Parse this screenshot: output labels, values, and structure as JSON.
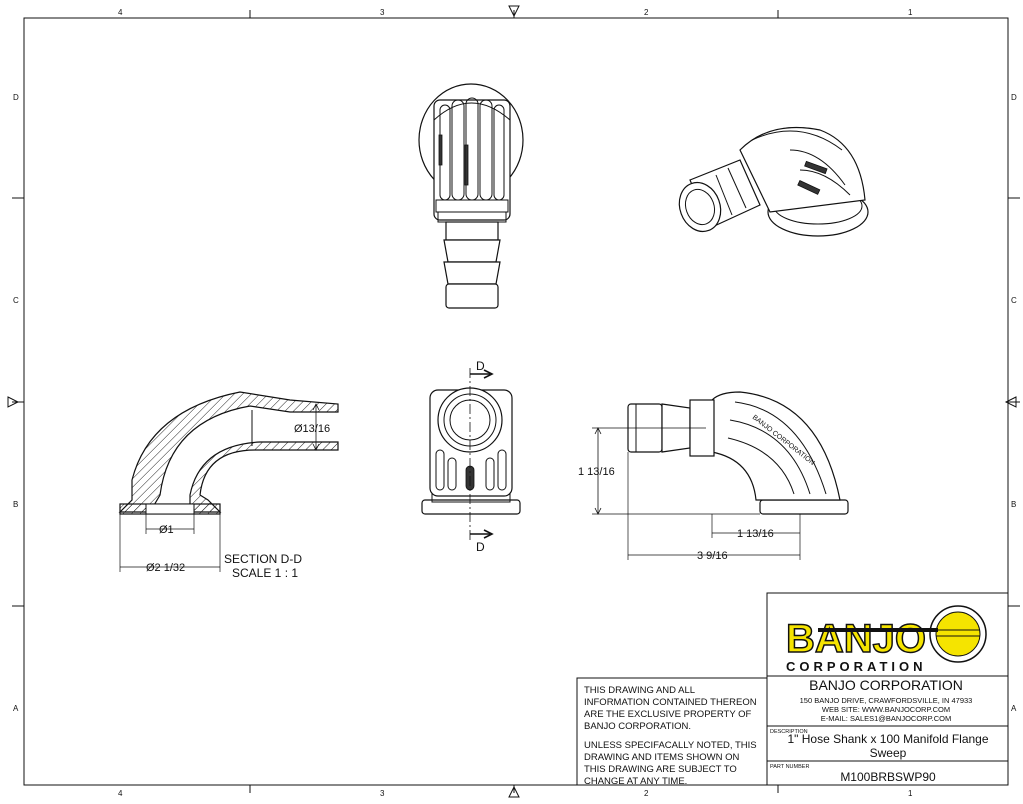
{
  "border": {
    "columns_top": [
      "4",
      "3",
      "2",
      "1"
    ],
    "columns_bottom": [
      "4",
      "3",
      "2",
      "1"
    ],
    "rows_left": [
      "D",
      "C",
      "B",
      "A"
    ],
    "rows_right": [
      "D",
      "C",
      "B",
      "A"
    ]
  },
  "section_view": {
    "dim_bore": "Ø13/16",
    "dim_inner": "Ø1",
    "dim_outer": "Ø2 1/32",
    "label": "SECTION D-D",
    "scale": "SCALE 1 : 1"
  },
  "front_view": {
    "section_mark_top": "D",
    "section_mark_bottom": "D"
  },
  "side_view": {
    "dim_height": "1 13/16",
    "dim_offset": "1 13/16",
    "dim_length": "3 9/16",
    "embossed_text": "BANJO CORPORATION"
  },
  "title_block": {
    "logo_word": "BANJO",
    "logo_sub": "CORPORATION",
    "company": "BANJO CORPORATION",
    "address": "150 BANJO DRIVE, CRAWFORDSVILLE, IN 47933",
    "website": "WEB SITE: WWW.BANJOCORP.COM",
    "email": "E-MAIL: SALES1@BANJOCORP.COM",
    "notice_1": [
      "THIS DRAWING AND ALL",
      "INFORMATION CONTAINED THEREON",
      "ARE THE EXCLUSIVE PROPERTY OF",
      "BANJO CORPORATION."
    ],
    "notice_2": [
      "UNLESS SPECIFACALLY NOTED, THIS",
      "DRAWING AND ITEMS SHOWN ON",
      "THIS DRAWING ARE SUBJECT TO",
      "CHANGE AT ANY TIME."
    ],
    "description_label": "DESCRIPTION",
    "description": [
      "1\" Hose Shank x 100 Manifold Flange",
      "Sweep"
    ],
    "part_number_label": "PART NUMBER",
    "part_number": "M100BRBSWP90"
  },
  "colors": {
    "logo_yellow": "#f5e400",
    "ink": "#111111"
  }
}
